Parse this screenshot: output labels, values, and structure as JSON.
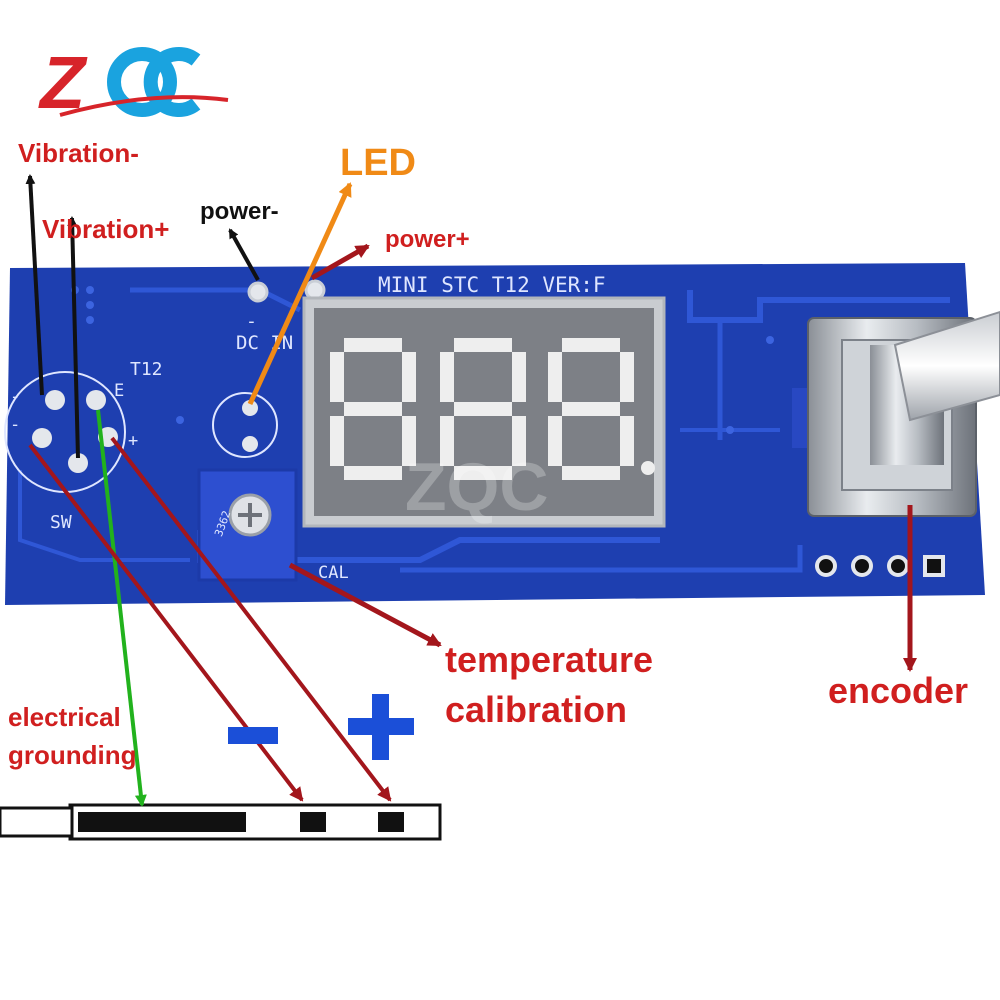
{
  "logo": {
    "text": "ZQC",
    "colors": [
      "#d7242a",
      "#1aa3df"
    ]
  },
  "board": {
    "silkscreen_title": "MINI STC T12 VER:F",
    "dc_in": "DC IN",
    "dc_minus": "-",
    "t12": "T12",
    "sw": "SW",
    "pin_e": "E",
    "pin_plus": "+",
    "pin_minus": "-",
    "pin_minus2": "-",
    "cal": "CAL",
    "pot_code": "3362",
    "display_value": "888."
  },
  "labels": {
    "vibration_minus": "Vibration-",
    "vibration_plus": "Vibration+",
    "power_minus": "power-",
    "power_plus": "power+",
    "led": "LED",
    "temperature_line1": "temperature",
    "temperature_line2": "calibration",
    "encoder": "encoder",
    "grounding_line1": "electrical",
    "grounding_line2": "grounding",
    "minus_sign": "-",
    "plus_sign": "+"
  },
  "colors": {
    "board": "#1e3fb0",
    "board_dark": "#16308a",
    "label_red": "#d01f1f",
    "label_orange": "#f08a16",
    "arrow_black": "#111111",
    "arrow_green": "#22b21d",
    "arrow_dark_red": "#a3161c",
    "sign_blue": "#1b4fd8"
  },
  "icons": [
    "logo-icon",
    "rotary-encoder-icon",
    "potentiometer-icon",
    "seven-segment-display-icon",
    "t12-tip-icon"
  ]
}
